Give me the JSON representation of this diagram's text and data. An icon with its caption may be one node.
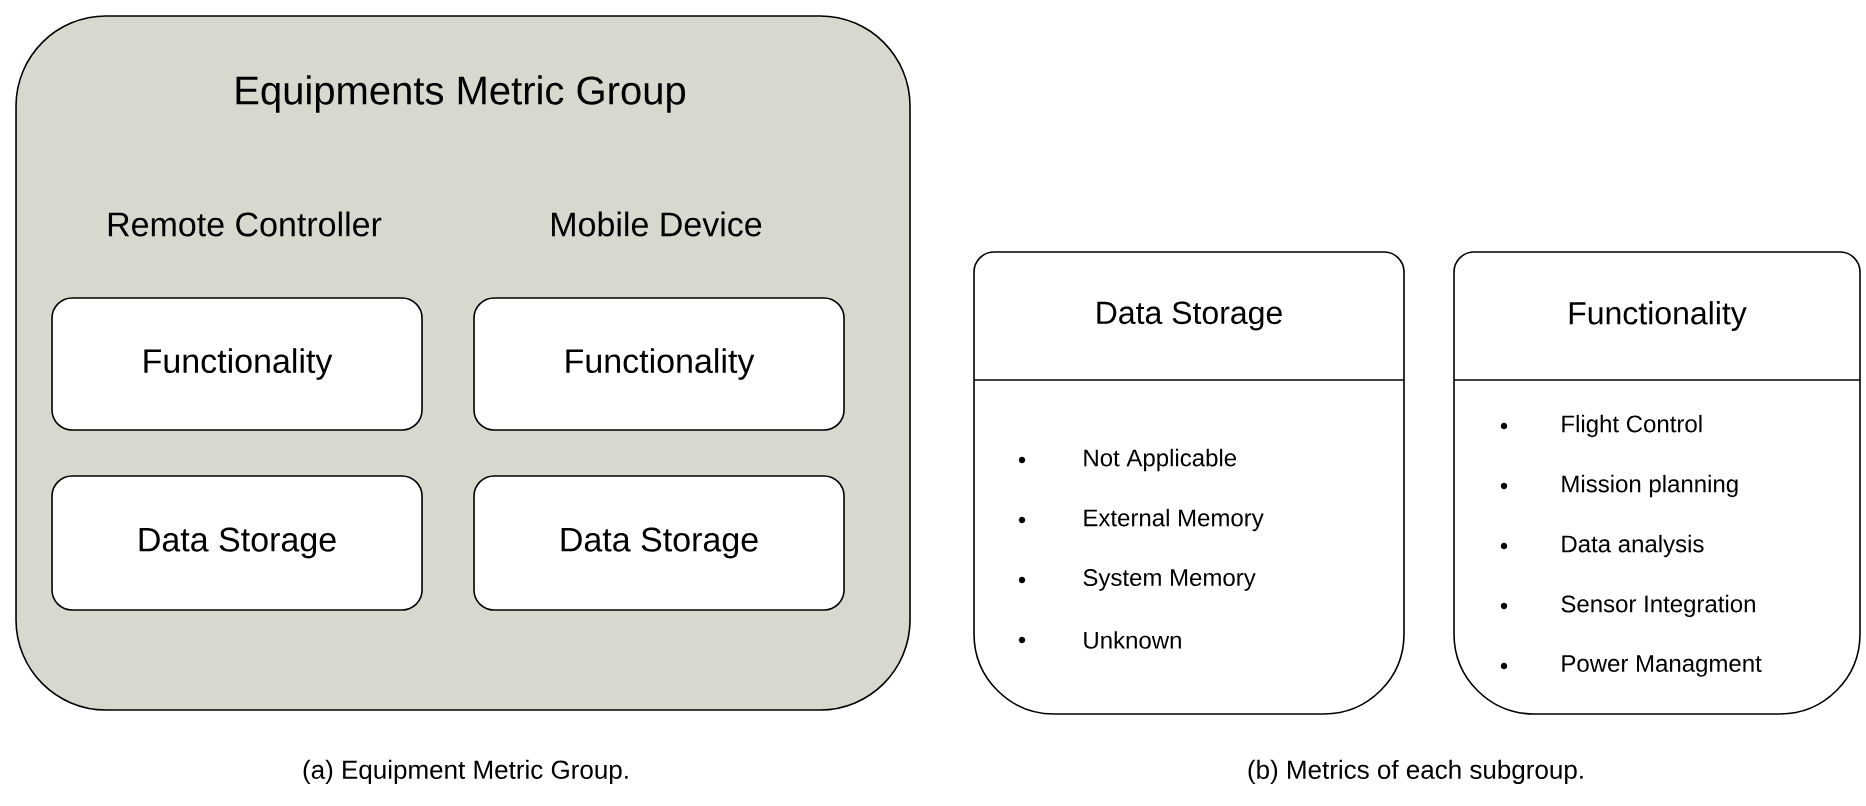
{
  "diagram": {
    "nodes": [
      {
        "text": [
          "Equipments Metric Group",
          "Remote Controller",
          "Mobile Device"
        ]
      },
      {
        "text": [
          "Functionality"
        ],
        "in": 0
      },
      {
        "text": [
          "Functionality"
        ],
        "in": 0
      },
      {
        "text": [
          "Data Storage"
        ],
        "in": 0
      },
      {
        "text": [
          "Data Storage"
        ],
        "in": 0
      },
      {
        "text": [
          "Data Storage",
          "Not Applicable",
          "External Memory",
          "System Memory",
          "Unknown"
        ]
      },
      {
        "text": [
          "Functionality",
          "Flight Control",
          "Mission planning",
          "Data analysis",
          "Sensor Integration",
          "Power Managment"
        ]
      }
    ],
    "edges": [],
    "labels": [
      "(a) Equipment Metric Group.",
      "(b) Metrics of each subgroup."
    ]
  }
}
